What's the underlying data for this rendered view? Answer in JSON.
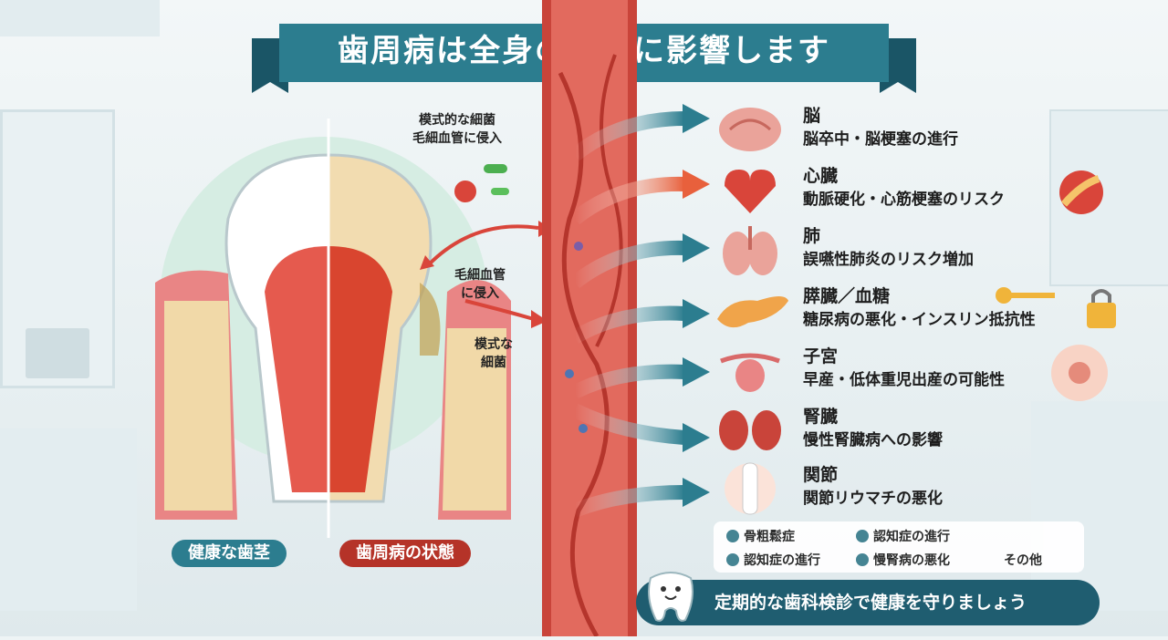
{
  "title": "歯周病は全身の健康に影響します",
  "labels": {
    "healthy": "健康な歯茎",
    "disease": "歯周病の状態",
    "note_top": "模式的な細菌\n毛細血管に侵入",
    "note_mid": "毛細血管\nに侵入",
    "note_low": "模式な\n細菌"
  },
  "organs": [
    {
      "name": "脳",
      "desc": "脳卒中・脳梗塞の進行",
      "icon": "brain-icon"
    },
    {
      "name": "心臓",
      "desc": "動脈硬化・心筋梗塞のリスク",
      "icon": "heart-icon"
    },
    {
      "name": "肺",
      "desc": "誤嚥性肺炎のリスク増加",
      "icon": "lungs-icon"
    },
    {
      "name": "膵臓／血糖",
      "desc": "糖尿病の悪化・インスリン抵抗性",
      "icon": "pancreas-icon"
    },
    {
      "name": "子宮",
      "desc": "早産・低体重児出産の可能性",
      "icon": "uterus-icon"
    },
    {
      "name": "腎臓",
      "desc": "慢性腎臓病への影響",
      "icon": "kidney-icon"
    },
    {
      "name": "関節",
      "desc": "関節リウマチの悪化",
      "icon": "joint-icon"
    }
  ],
  "extras": [
    "骨粗鬆症",
    "認知症の進行",
    "認知症の進行",
    "慢腎病の悪化",
    "その他"
  ],
  "footer": "定期的な歯科検診で健康を守りましょう",
  "colors": {
    "teal": "#2c7d8f",
    "red": "#c0392b",
    "vessel": "#d9534f",
    "orange": "#e8603c"
  }
}
